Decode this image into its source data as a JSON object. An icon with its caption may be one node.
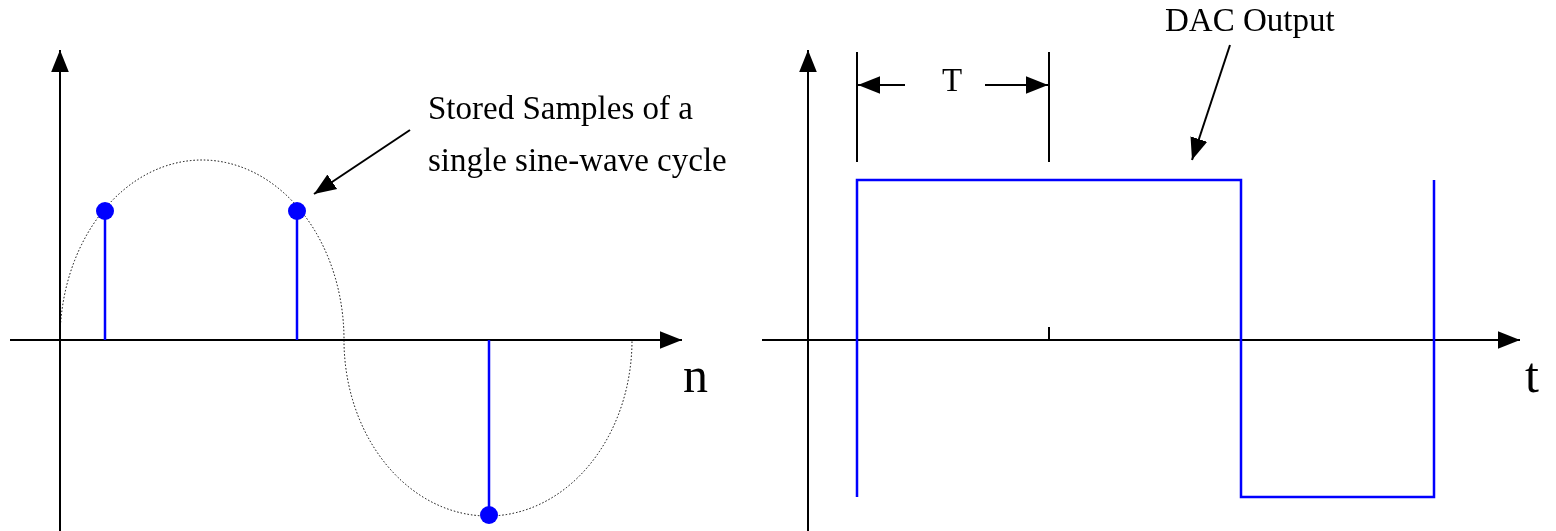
{
  "diagram": {
    "nodes": [
      {
        "text": [
          "Stored Samples of a single sine-wave cycle"
        ]
      },
      {
        "text": [],
        "shape": "circle"
      },
      {
        "text": [
          "DAC Output"
        ]
      }
    ],
    "edges": [
      {
        "from": 0,
        "to": 1,
        "arrow": "to"
      },
      {
        "from": 2,
        "to": null,
        "arrow": "to"
      }
    ],
    "labels": [
      "n",
      "T",
      "t"
    ]
  }
}
